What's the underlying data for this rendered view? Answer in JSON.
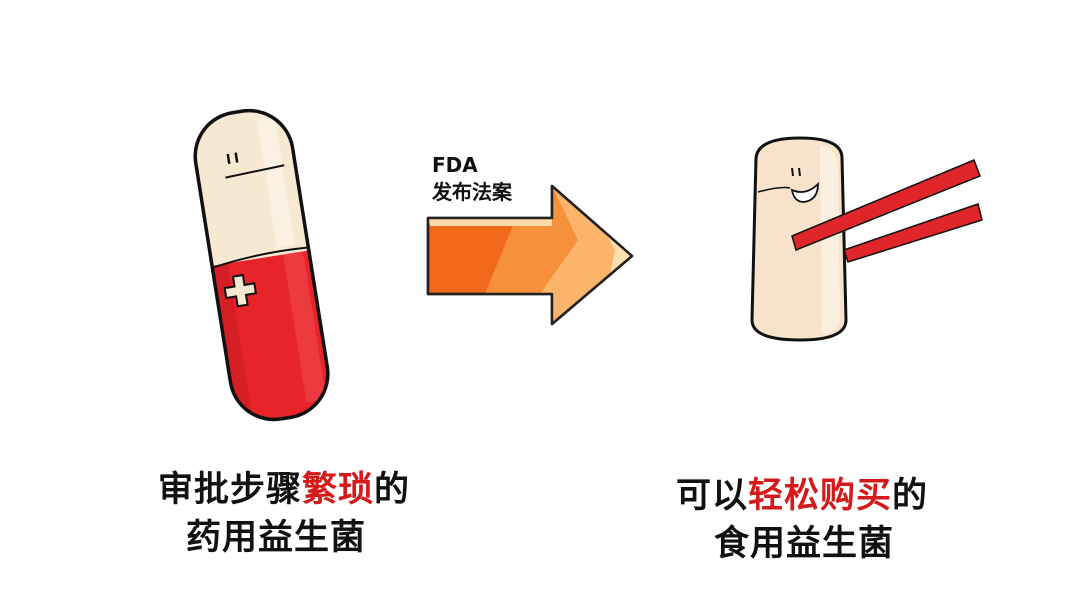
{
  "arrow": {
    "label_line1": "FDA",
    "label_line2": "发布法案",
    "colors": {
      "dark": "#f2691c",
      "mid": "#f7903a",
      "light": "#fbb46a",
      "tip": "#fde0b0"
    }
  },
  "left": {
    "caption_line1_pre": "审批步骤",
    "caption_line1_highlight": "繁琐",
    "caption_line1_post": "的",
    "caption_line2": "药用益生菌",
    "figure": "medicine-capsule",
    "colors": {
      "cap": "#f7e8d2",
      "body": "#e8242b"
    }
  },
  "right": {
    "caption_line1_pre": "可以",
    "caption_line1_highlight": "轻松购买",
    "caption_line1_post": "的",
    "caption_line2": "食用益生菌",
    "figure": "smiling-food-with-chopsticks",
    "colors": {
      "body": "#f7e3cc",
      "chopsticks": "#e0262a"
    }
  },
  "highlight_color": "#d41a1a"
}
